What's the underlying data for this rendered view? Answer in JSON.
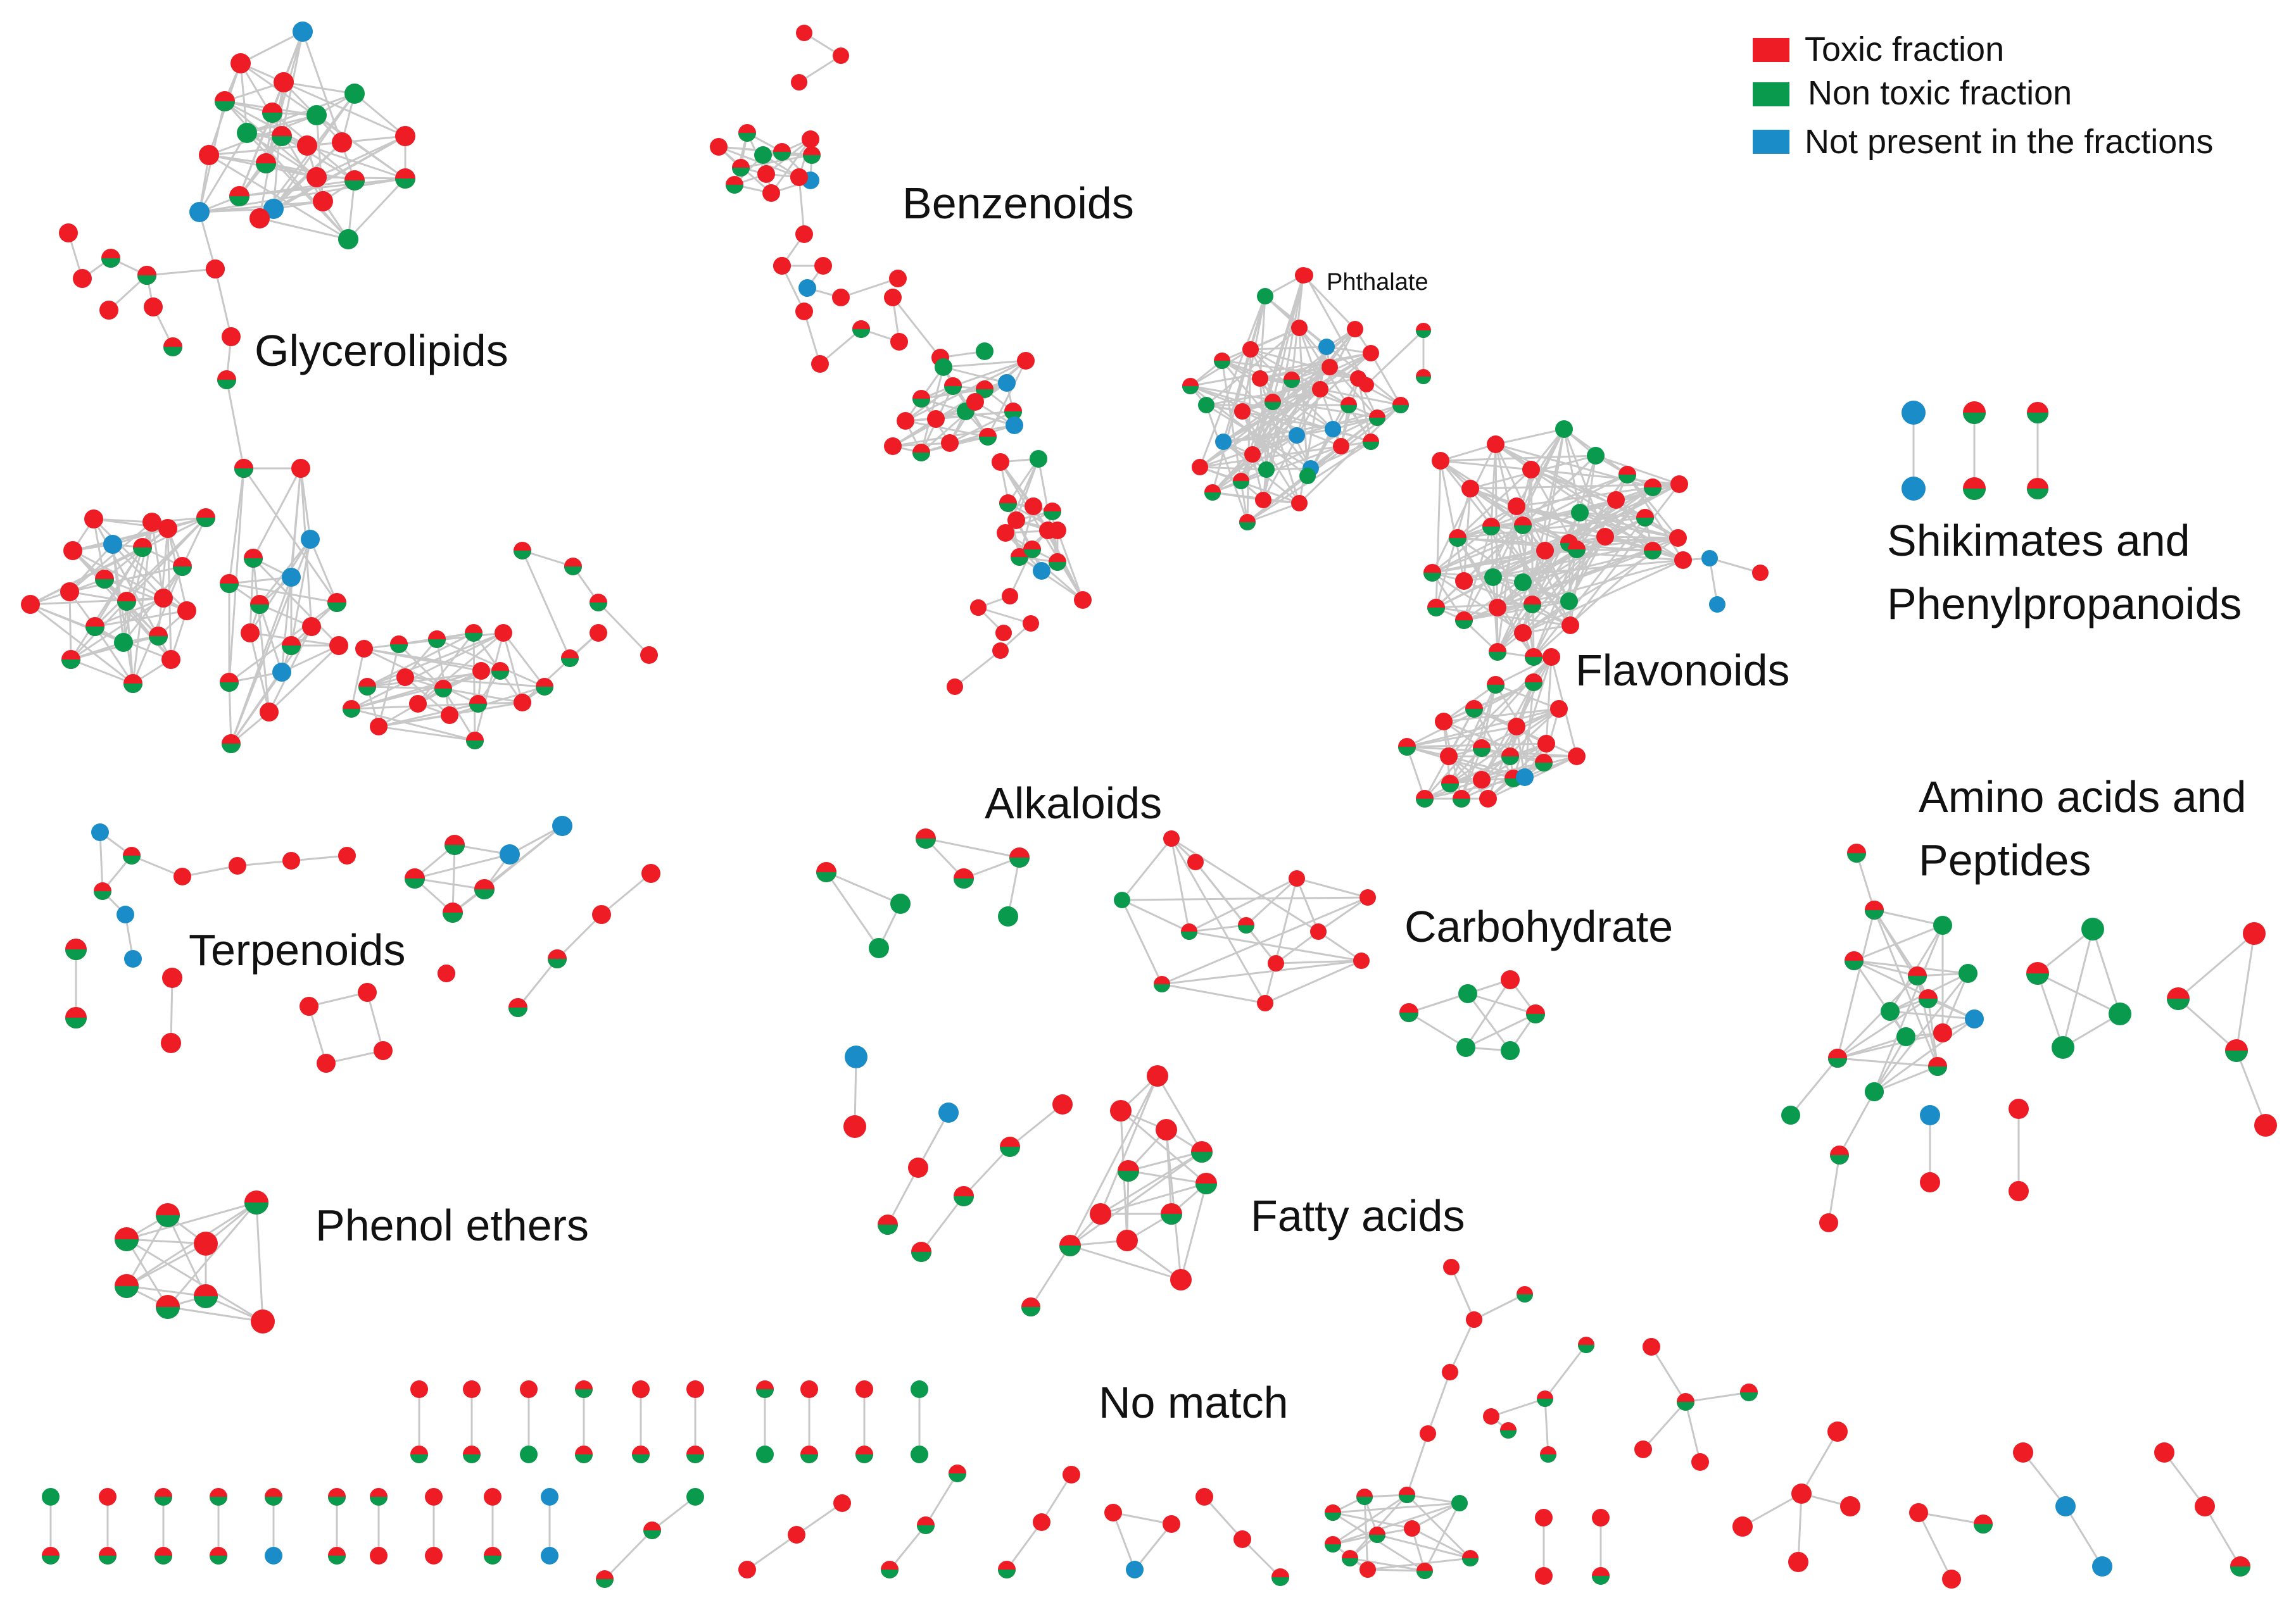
{
  "legend": {
    "items": [
      {
        "label": "Toxic fraction",
        "color": "#ee1c24"
      },
      {
        "label": "Non toxic fraction",
        "color": "#0a9a4e"
      },
      {
        "label": "Not present in the fractions",
        "color": "#1a8cc7"
      }
    ]
  },
  "clusters": {
    "glycerolipids": "Glycerolipids",
    "benzenoids": "Benzenoids",
    "phthalate": "Phthalate",
    "shikimates": [
      "Shikimates and",
      "Phenylpropanoids"
    ],
    "flavonoids": "Flavonoids",
    "alkaloids": "Alkaloids",
    "terpenoids": "Terpenoids",
    "carbohydrate": "Carbohydrate",
    "amino_acids": [
      "Amino acids and",
      "Peptides"
    ],
    "phenol_ethers": "Phenol ethers",
    "fatty_acids": "Fatty acids",
    "no_match": "No match"
  },
  "colors": {
    "toxic": "#ee1c24",
    "non_toxic": "#0a9a4e",
    "not_present": "#1a8cc7",
    "edge": "#c8c8c8"
  }
}
